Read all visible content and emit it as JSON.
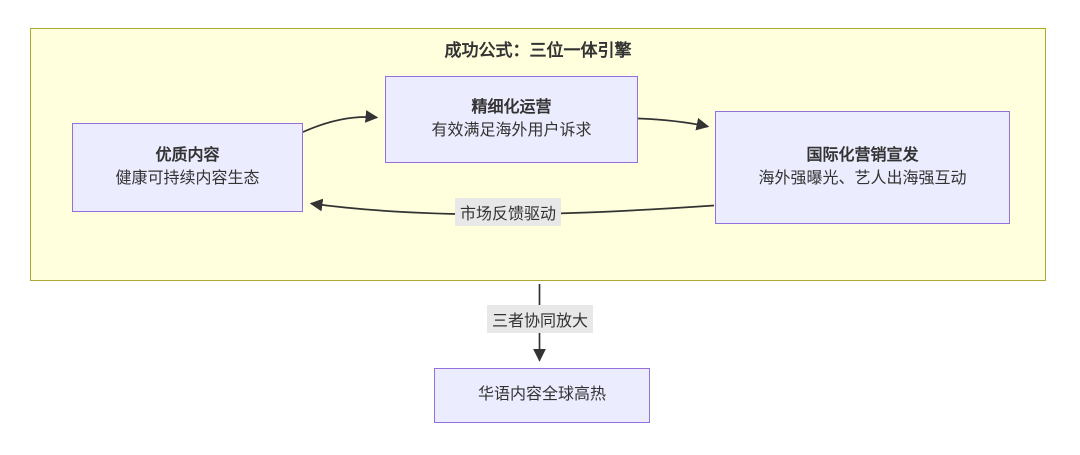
{
  "diagram": {
    "cluster": {
      "title": "成功公式：三位一体引擎"
    },
    "nodes": {
      "content": {
        "title": "优质内容",
        "subtitle": "健康可持续内容生态"
      },
      "operations": {
        "title": "精细化运营",
        "subtitle": "有效满足海外用户诉求"
      },
      "marketing": {
        "title": "国际化营销宣发",
        "subtitle": "海外强曝光、艺人出海强互动"
      },
      "result": {
        "label": "华语内容全球高热"
      }
    },
    "edges": {
      "feedback_label": "市场反馈驱动",
      "synergy_label": "三者协同放大"
    },
    "colors": {
      "cluster_fill": "#ffffde",
      "cluster_border": "#aaaa33",
      "node_fill": "#ECECFF",
      "node_border": "#9370DB",
      "edge_stroke": "#333333",
      "edge_label_bg": "#e8e8e8",
      "text": "#333333"
    }
  }
}
